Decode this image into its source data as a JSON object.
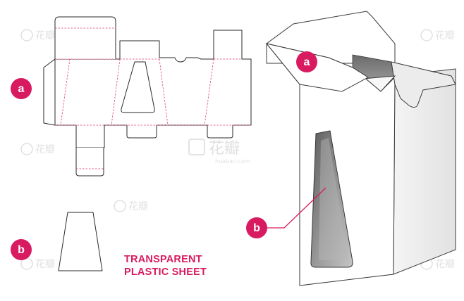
{
  "colors": {
    "accent": "#d81b60",
    "line": "#2a2a2a",
    "fold": "#e0357a",
    "window_dark": "#7b7b7b"
  },
  "labels": {
    "a_dieline": "a",
    "a_box": "a",
    "b_sheet": "b",
    "b_box": "b"
  },
  "caption": {
    "line1": "TRANSPARENT",
    "line2": "PLASTIC SHEET"
  },
  "watermark": {
    "logo_text": "花瓣",
    "domain": "huaban.com"
  }
}
